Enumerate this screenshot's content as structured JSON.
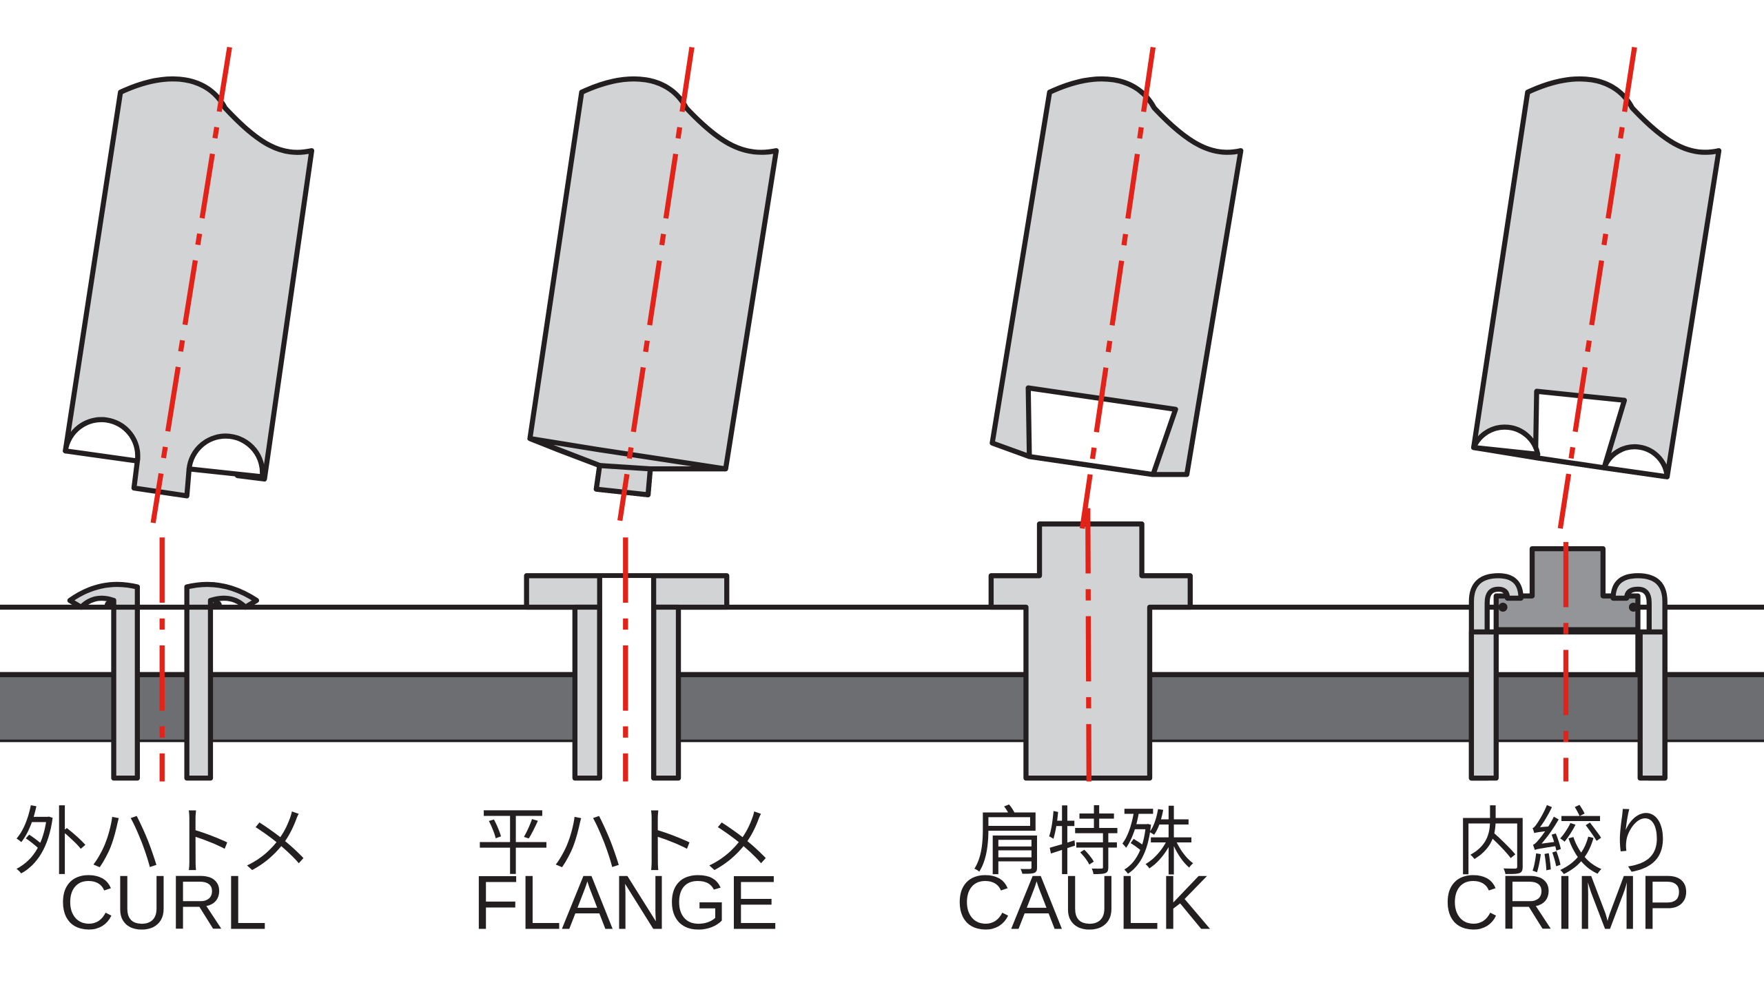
{
  "colors": {
    "tool": "#d1d3d4",
    "outline": "#231f20",
    "board": "#ffffff",
    "board_core": "#6d6e71",
    "rivet": "#d1d3d4",
    "rivet_dark": "#939598",
    "axis": "#e2231a"
  },
  "methods": [
    {
      "label_jp": "外ハトメ",
      "label_en": "CURL"
    },
    {
      "label_jp": "平ハトメ",
      "label_en": "FLANGE"
    },
    {
      "label_jp": "肩特殊",
      "label_en": "CAULK"
    },
    {
      "label_jp": "内絞り",
      "label_en": "CRIMP"
    }
  ]
}
